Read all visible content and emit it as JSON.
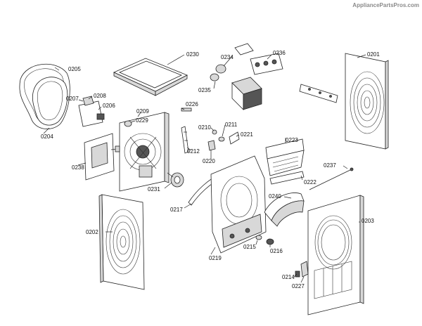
{
  "watermark": "AppliancePartsPros.com",
  "part_labels": {
    "p0201": "0201",
    "p0202": "0202",
    "p0203": "0203",
    "p0204": "0204",
    "p0205": "0205",
    "p0206": "0206",
    "p0207": "0207",
    "p0208": "0208",
    "p0209": "0209",
    "p0210": "0210",
    "p0211": "0211",
    "p0212": "0212",
    "p0214": "0214",
    "p0215": "0215",
    "p0216": "0216",
    "p0217": "0217",
    "p0219": "0219",
    "p0220": "0220",
    "p0221": "0221",
    "p0222": "0222",
    "p0223": "0223",
    "p0226": "0226",
    "p0227": "0227",
    "p0229": "0229",
    "p0230": "0230",
    "p0231": "0231",
    "p0234": "0234",
    "p0235": "0235",
    "p0236": "0236",
    "p0237": "0237",
    "p0238": "0238",
    "p0240": "0240"
  }
}
